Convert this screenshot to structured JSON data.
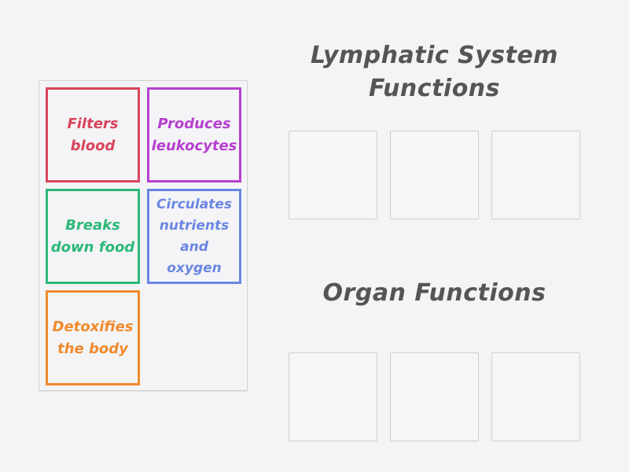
{
  "source_tray": {
    "cards": [
      {
        "label": "Filters blood",
        "color": "#d9435c"
      },
      {
        "label": "Produces leukocytes",
        "color": "#b63fd0"
      },
      {
        "label": "Breaks down food",
        "color": "#2cb879"
      },
      {
        "label": "Circulates nutrients and oxygen",
        "color": "#6a86e2"
      },
      {
        "label": "Detoxifies the body",
        "color": "#f08a2c"
      }
    ]
  },
  "groups": [
    {
      "title": "Lymphatic System Functions",
      "slots": 3,
      "items": []
    },
    {
      "title": "Organ Functions",
      "slots": 3,
      "items": []
    }
  ]
}
